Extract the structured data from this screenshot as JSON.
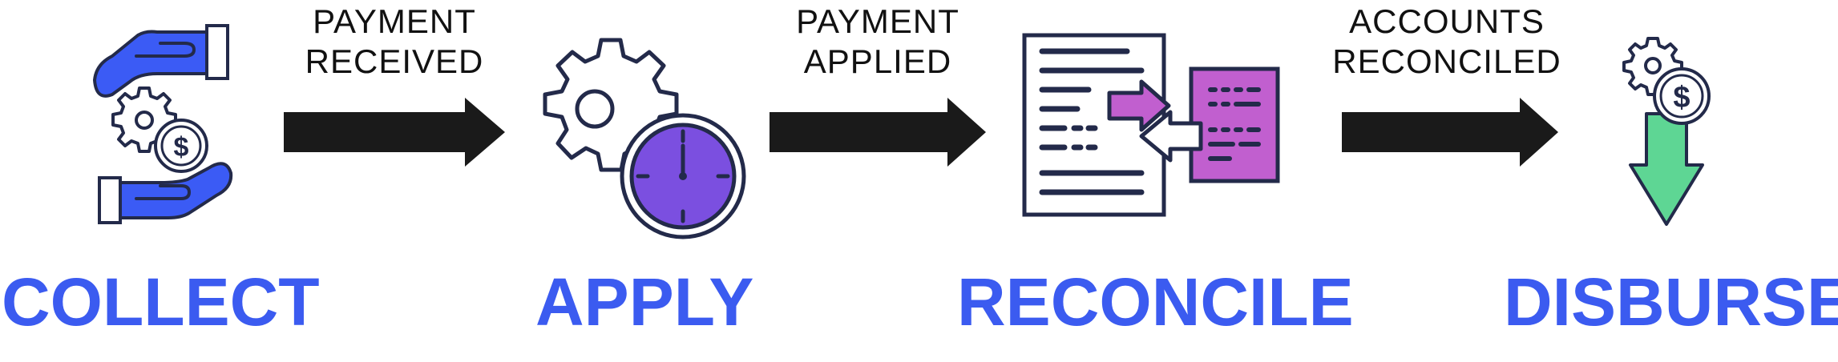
{
  "colors": {
    "stage_label": "#3b5bf0",
    "arrow": "#1a1a1a",
    "outline": "#232a4a",
    "hand_blue": "#3b5bf5",
    "clock_purple": "#7b4fe0",
    "doc_magenta": "#c15fcf",
    "arrow_green": "#5ed694"
  },
  "steps": [
    {
      "label": "COLLECT",
      "icon": "hands-coin-gear-icon"
    },
    {
      "label": "APPLY",
      "icon": "gear-clock-icon"
    },
    {
      "label": "RECONCILE",
      "icon": "documents-exchange-icon"
    },
    {
      "label": "DISBURSE",
      "icon": "gear-coin-down-arrow-icon"
    }
  ],
  "transitions": [
    {
      "line1": "PAYMENT",
      "line2": "RECEIVED"
    },
    {
      "line1": "PAYMENT",
      "line2": "APPLIED"
    },
    {
      "line1": "ACCOUNTS",
      "line2": "RECONCILED"
    }
  ]
}
